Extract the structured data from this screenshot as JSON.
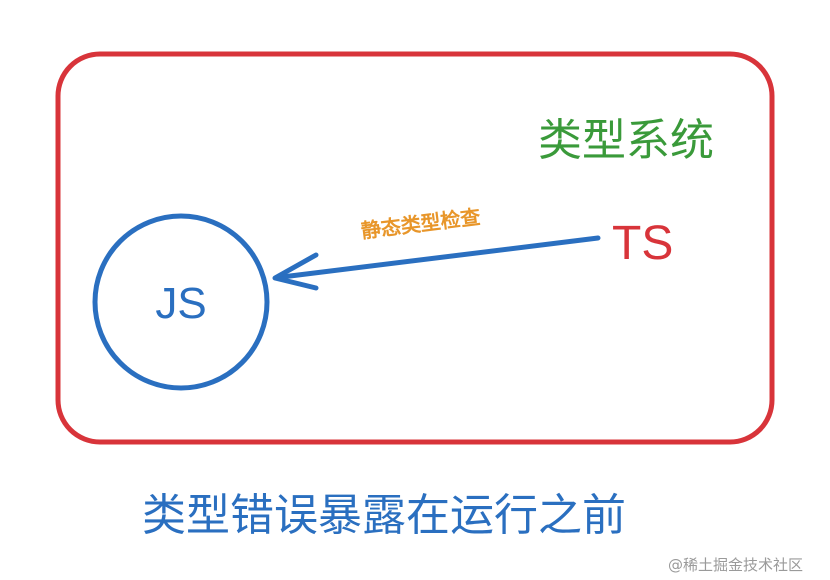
{
  "diagram": {
    "container": {
      "label": "类型系统",
      "border_color": "#d8343a",
      "label_color": "#3a9a3a"
    },
    "js_node": {
      "label": "JS",
      "color": "#2a6fc0"
    },
    "ts_node": {
      "label": "TS",
      "color": "#d8343a"
    },
    "edge": {
      "label": "静态类型检查",
      "label_color": "#e8962a",
      "color": "#2a6fc0",
      "from": "TS",
      "to": "JS"
    },
    "caption": {
      "text": "类型错误暴露在运行之前",
      "color": "#2a6fc0"
    }
  },
  "watermark": {
    "text": "@稀土掘金技术社区",
    "color": "#9a9a9a"
  }
}
